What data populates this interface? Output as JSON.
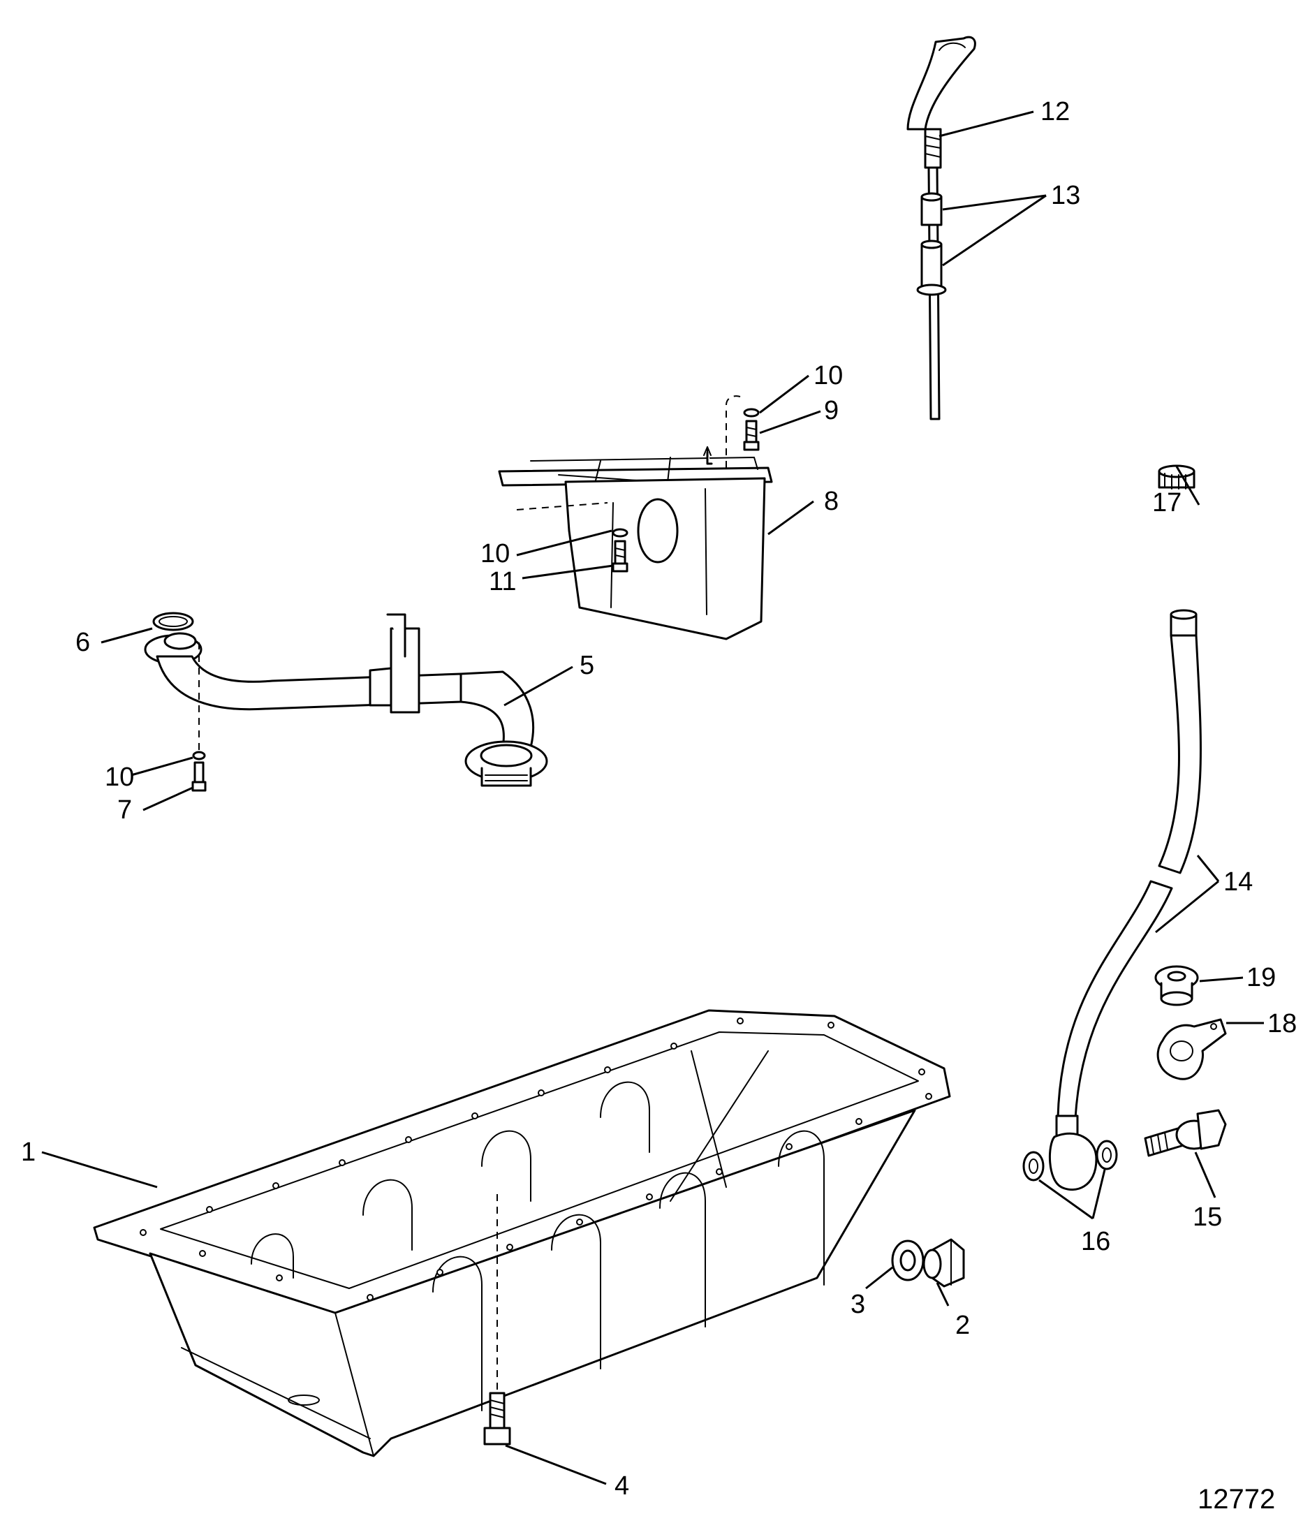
{
  "diagram": {
    "callouts": {
      "c1": "1",
      "c2": "2",
      "c3": "3",
      "c4": "4",
      "c5": "5",
      "c6": "6",
      "c7": "7",
      "c8": "8",
      "c9": "9",
      "c10a": "10",
      "c10b": "10",
      "c10c": "10",
      "c11": "11",
      "c12": "12",
      "c13": "13",
      "c14": "14",
      "c15": "15",
      "c16": "16",
      "c17": "17",
      "c18": "18",
      "c19": "19"
    },
    "drawing_number": "12772"
  }
}
